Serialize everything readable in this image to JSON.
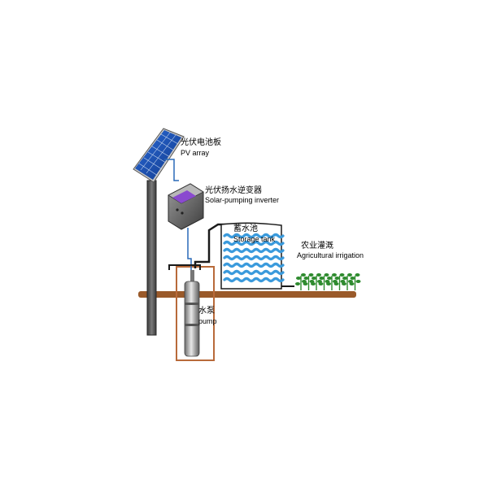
{
  "labels": {
    "pv_array": {
      "zh": "光伏电池板",
      "en": "PV array"
    },
    "inverter": {
      "zh": "光伏扬水逆变器",
      "en": "Solar-pumping inverter"
    },
    "storage_tank": {
      "zh": "蓄水池",
      "en": "Storage tank"
    },
    "irrigation": {
      "zh": "农业灌溉",
      "en": "Agricultural irrigation"
    },
    "pump": {
      "zh": "水泵",
      "en": "pump"
    }
  },
  "colors": {
    "ground": "#9a5a2a",
    "wire": "#2a6ab8",
    "pipe": "#1a1a1a",
    "water": "#3a9adc",
    "solar_panel": "#1a4aa8",
    "pole": "#505050",
    "plants": "#2e8b2e",
    "inverter_screen": "#8a4acf"
  }
}
